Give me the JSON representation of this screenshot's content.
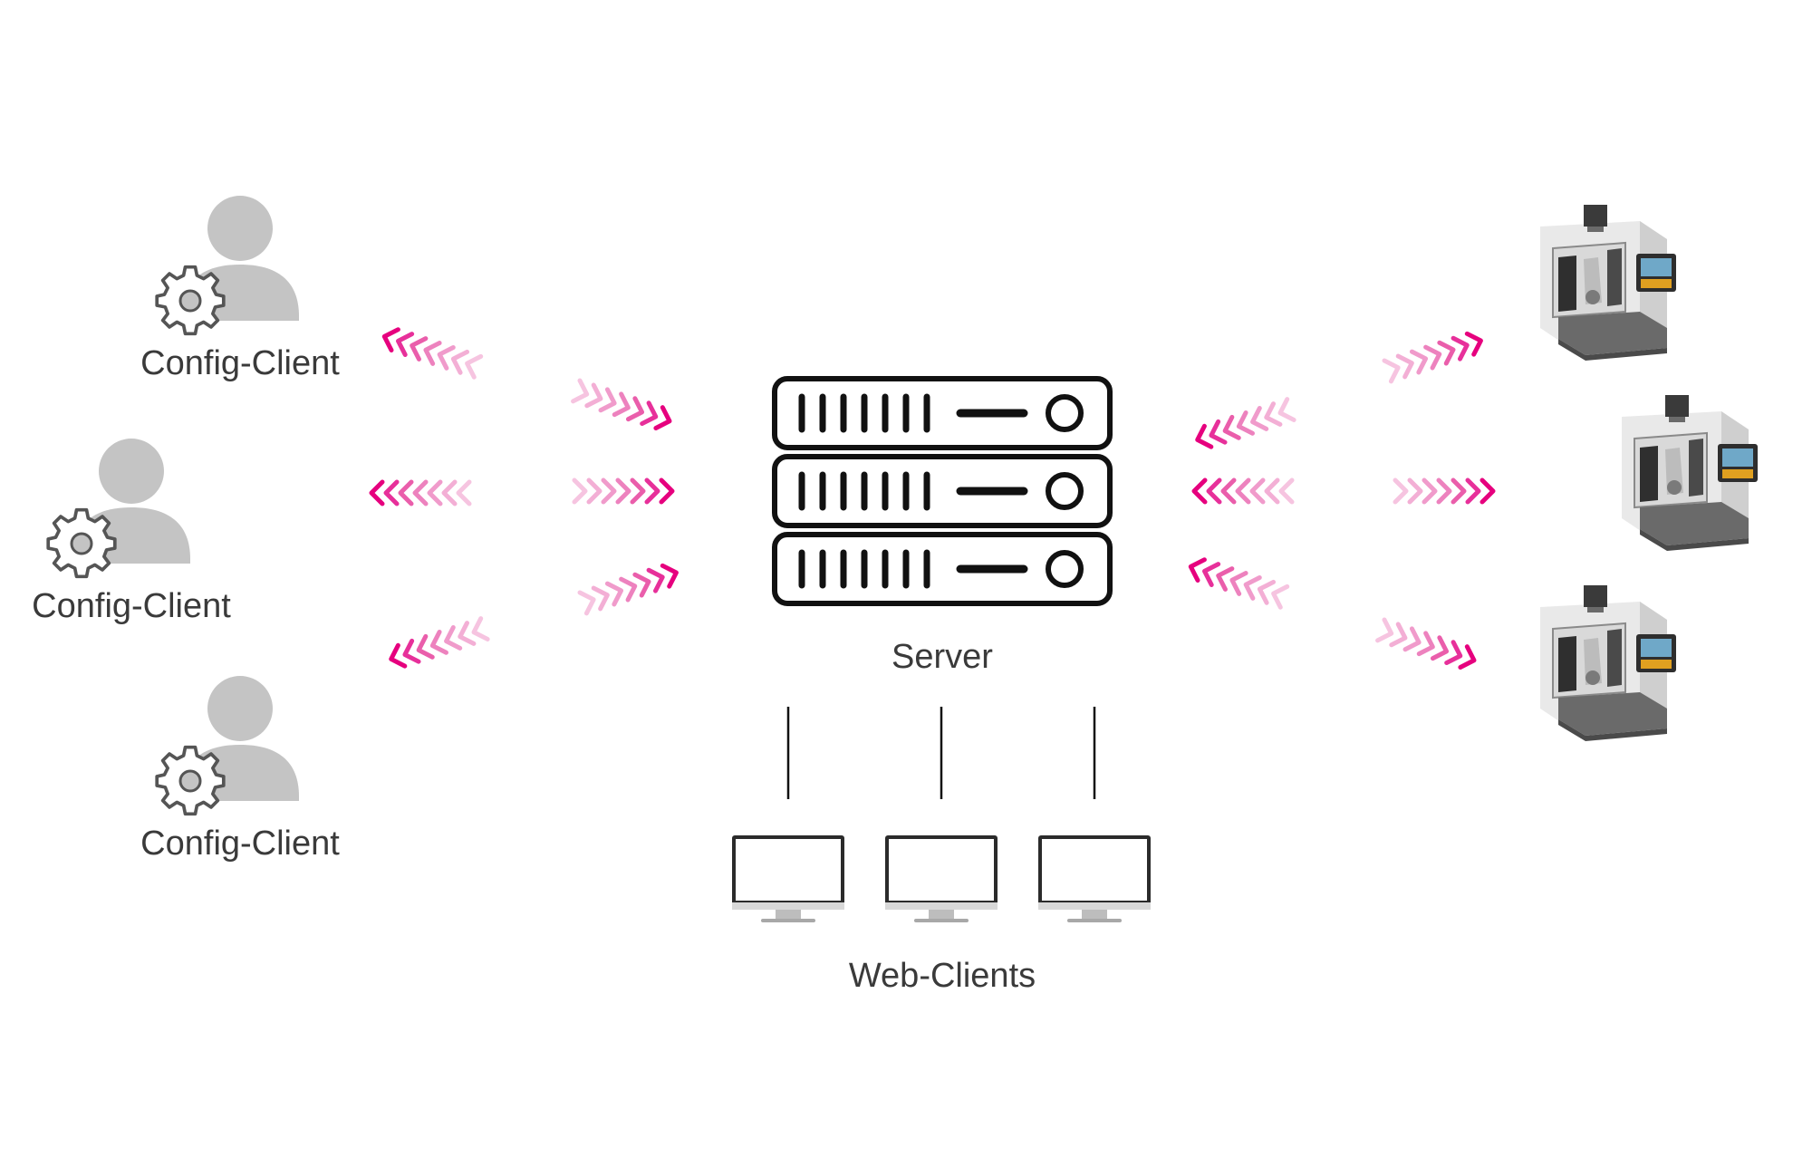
{
  "labels": {
    "config_client_1": "Config-Client",
    "config_client_2": "Config-Client",
    "config_client_3": "Config-Client",
    "server": "Server",
    "web_clients": "Web-Clients"
  },
  "icons": {
    "config_client": "user-gear-icon",
    "server": "server-rack-icon",
    "web_client": "monitor-icon",
    "machine": "cnc-machine-icon",
    "arrows": "chevron-arrows"
  },
  "colors": {
    "accent": "#e6007e",
    "accent_light": "#f2a0cd",
    "user_gray": "#c4c4c4",
    "gear_stroke": "#555555",
    "line": "#111111",
    "text": "#3a3a3a"
  }
}
